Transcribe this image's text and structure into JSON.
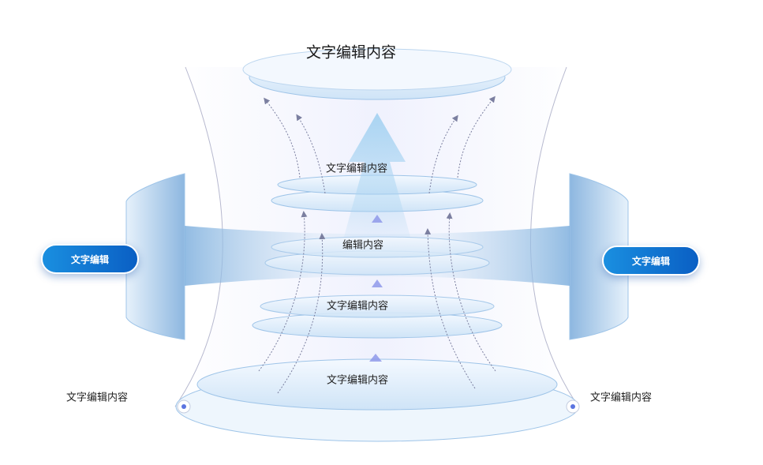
{
  "title": "文字编辑内容",
  "layers": [
    {
      "label": "文字编辑内容"
    },
    {
      "label": "编辑内容"
    },
    {
      "label": "文字编辑内容"
    },
    {
      "label": "文字编辑内容"
    }
  ],
  "side_pills": {
    "left": "文字编辑",
    "right": "文字编辑"
  },
  "side_labels": {
    "left": "文字编辑内容",
    "right": "文字编辑内容"
  },
  "colors": {
    "pill_start": "#1a8fe0",
    "pill_end": "#0a5fc4",
    "disc_fill": "#dcecfa",
    "disc_stroke": "#9ec4e8",
    "band": "#7fb0de",
    "arrow": "#a9d4f2",
    "dot": "#5b74e0"
  }
}
